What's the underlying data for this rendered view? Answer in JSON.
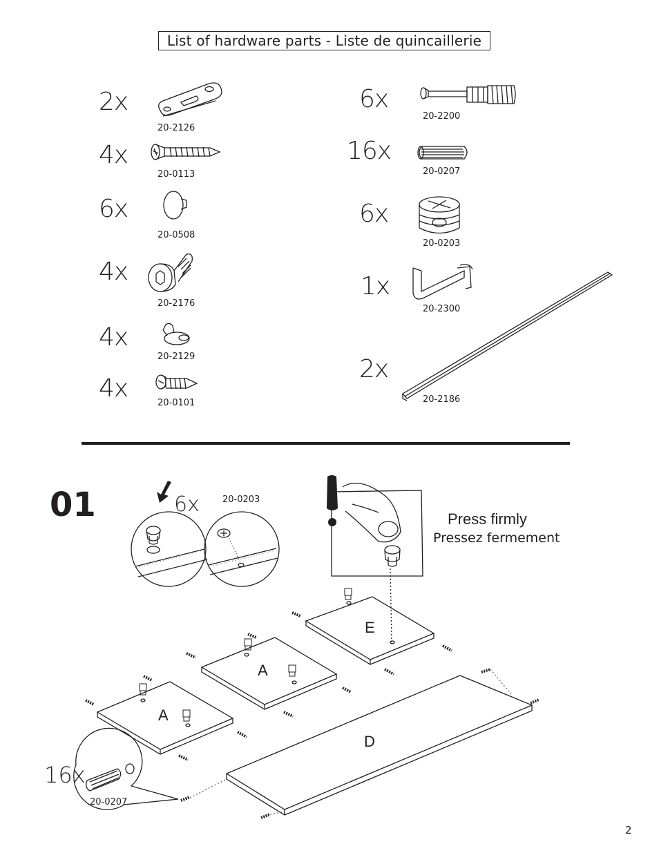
{
  "header": {
    "title": "List of hardware parts  -  Liste de quincaillerie"
  },
  "parts_left": [
    {
      "qty": "2x",
      "code": "20-2126",
      "icon": "keyhole-bracket-icon"
    },
    {
      "qty": "4x",
      "code": "20-0113",
      "icon": "wood-screw-icon"
    },
    {
      "qty": "6x",
      "code": "20-0508",
      "icon": "cover-cap-icon"
    },
    {
      "qty": "4x",
      "code": "20-2176",
      "icon": "hex-bolt-icon"
    },
    {
      "qty": "4x",
      "code": "20-2129",
      "icon": "shelf-support-icon"
    },
    {
      "qty": "4x",
      "code": "20-0101",
      "icon": "pan-head-screw-icon"
    }
  ],
  "parts_right": [
    {
      "qty": "6x",
      "code": "20-2200",
      "icon": "cam-bolt-icon"
    },
    {
      "qty": "16x",
      "code": "20-0207",
      "icon": "wood-dowel-icon"
    },
    {
      "qty": "6x",
      "code": "20-0203",
      "icon": "cam-lock-icon"
    },
    {
      "qty": "1x",
      "code": "20-2300",
      "icon": "allen-key-icon"
    },
    {
      "qty": "2x",
      "code": "20-2186",
      "icon": "metal-rail-icon"
    }
  ],
  "step": {
    "number": "01",
    "cam_qty": "6x",
    "cam_code": "20-0203",
    "press_en": "Press firmly",
    "press_fr": "Pressez fermement",
    "dowel_qty": "16x",
    "dowel_code": "20-0207",
    "panels": [
      "E",
      "A",
      "A",
      "D"
    ]
  },
  "page_number": "2"
}
